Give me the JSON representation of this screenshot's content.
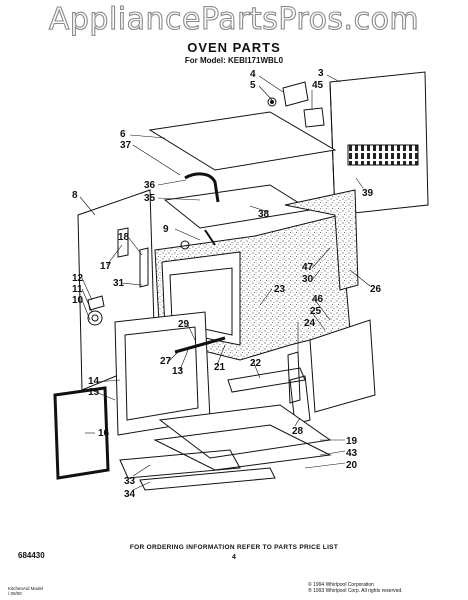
{
  "watermark": "AppliancePartsPros.com",
  "header": {
    "title": "OVEN PARTS",
    "model": "For Model: KEBI171WBL0"
  },
  "callouts": [
    "3",
    "4",
    "5",
    "45",
    "6",
    "37",
    "36",
    "35",
    "39",
    "8",
    "38",
    "9",
    "17",
    "18",
    "47",
    "30",
    "26",
    "12",
    "11",
    "10",
    "31",
    "23",
    "46",
    "25",
    "24",
    "29",
    "27",
    "13",
    "21",
    "22",
    "14",
    "15",
    "28",
    "16",
    "19",
    "43",
    "20",
    "33",
    "34"
  ],
  "footer": {
    "doc_number": "684430",
    "order_info": "FOR ORDERING INFORMATION REFER TO PARTS PRICE LIST",
    "page_number": "4",
    "copyright": [
      "© 1994 Whirlpool Corporation",
      "® 1993 Whirlpool Corp. All rights reserved."
    ],
    "left_note": [
      "KitchenAid Model",
      "/ 00/00"
    ]
  },
  "colors": {
    "ink": "#111111",
    "speckle": "#555555",
    "watermark_stroke": "#8a8a8a"
  }
}
